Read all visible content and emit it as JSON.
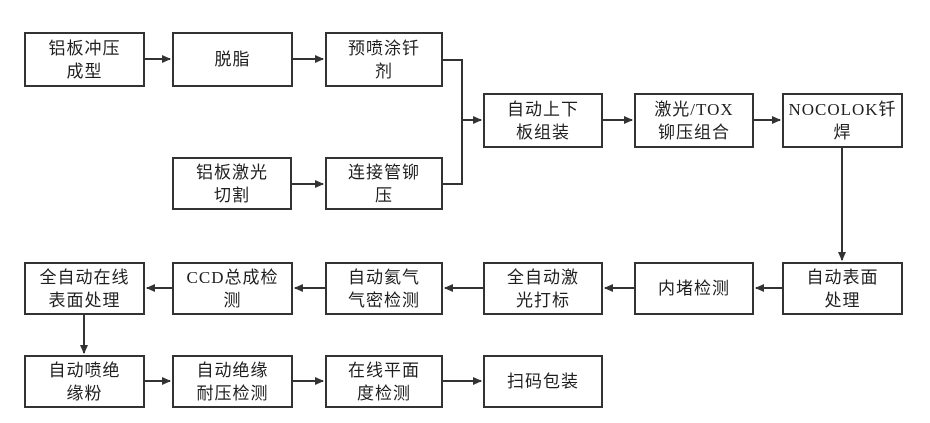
{
  "diagram": {
    "type": "process-flowchart",
    "language": "zh-CN",
    "colors": {
      "background": "#ffffff",
      "box_fill": "#ffffff",
      "box_border": "#333333",
      "connector": "#333333",
      "text": "#1f1f1f"
    },
    "nodes": [
      {
        "id": "aluminum-stamping",
        "label": "铝板冲压\n成型"
      },
      {
        "id": "degreasing",
        "label": "脱脂"
      },
      {
        "id": "flux-precoating",
        "label": "预喷涂钎\n剂"
      },
      {
        "id": "aluminum-laser-cutting",
        "label": "铝板激光\n切割"
      },
      {
        "id": "tube-riveting",
        "label": "连接管铆\n压"
      },
      {
        "id": "auto-plate-assembly",
        "label": "自动上下\n板组装"
      },
      {
        "id": "laser-tox-riveting",
        "label": "激光/TOX\n铆压组合"
      },
      {
        "id": "nocolok-brazing",
        "label": "NOCOLOK钎\n焊"
      },
      {
        "id": "auto-surface-treatment",
        "label": "自动表面\n处理"
      },
      {
        "id": "inner-plug-inspection",
        "label": "内堵检测"
      },
      {
        "id": "auto-laser-marking",
        "label": "全自动激\n光打标"
      },
      {
        "id": "helium-leak-test",
        "label": "自动氦气\n气密检测"
      },
      {
        "id": "ccd-assembly-inspection",
        "label": "CCD总成检\n测"
      },
      {
        "id": "inline-surface-treatment",
        "label": "全自动在线\n表面处理"
      },
      {
        "id": "insulation-powder-spray",
        "label": "自动喷绝\n缘粉"
      },
      {
        "id": "insulation-hipot-test",
        "label": "自动绝缘\n耐压检测"
      },
      {
        "id": "inline-flatness-test",
        "label": "在线平面\n度检测"
      },
      {
        "id": "scan-and-packing",
        "label": "扫码包装"
      }
    ],
    "edges": [
      {
        "from": "aluminum-stamping",
        "to": "degreasing"
      },
      {
        "from": "degreasing",
        "to": "flux-precoating"
      },
      {
        "from": "aluminum-laser-cutting",
        "to": "tube-riveting"
      },
      {
        "from": "flux-precoating",
        "to": "auto-plate-assembly"
      },
      {
        "from": "tube-riveting",
        "to": "auto-plate-assembly"
      },
      {
        "from": "auto-plate-assembly",
        "to": "laser-tox-riveting"
      },
      {
        "from": "laser-tox-riveting",
        "to": "nocolok-brazing"
      },
      {
        "from": "nocolok-brazing",
        "to": "auto-surface-treatment"
      },
      {
        "from": "auto-surface-treatment",
        "to": "inner-plug-inspection"
      },
      {
        "from": "inner-plug-inspection",
        "to": "auto-laser-marking"
      },
      {
        "from": "auto-laser-marking",
        "to": "helium-leak-test"
      },
      {
        "from": "helium-leak-test",
        "to": "ccd-assembly-inspection"
      },
      {
        "from": "ccd-assembly-inspection",
        "to": "inline-surface-treatment"
      },
      {
        "from": "inline-surface-treatment",
        "to": "insulation-powder-spray"
      },
      {
        "from": "insulation-powder-spray",
        "to": "insulation-hipot-test"
      },
      {
        "from": "insulation-hipot-test",
        "to": "inline-flatness-test"
      },
      {
        "from": "inline-flatness-test",
        "to": "scan-and-packing"
      }
    ]
  }
}
